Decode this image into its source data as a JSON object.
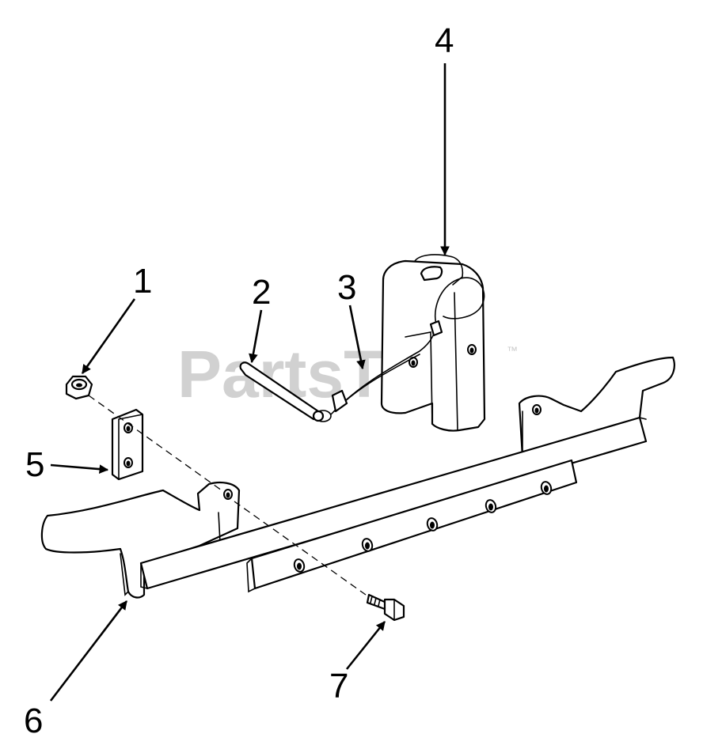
{
  "watermark": {
    "text": "PartsTree",
    "mark": "™"
  },
  "callouts": [
    "1",
    "2",
    "3",
    "4",
    "5",
    "6",
    "7"
  ],
  "colors": {
    "line": "#000000",
    "background": "#ffffff",
    "watermark": "#c9c9c9"
  }
}
